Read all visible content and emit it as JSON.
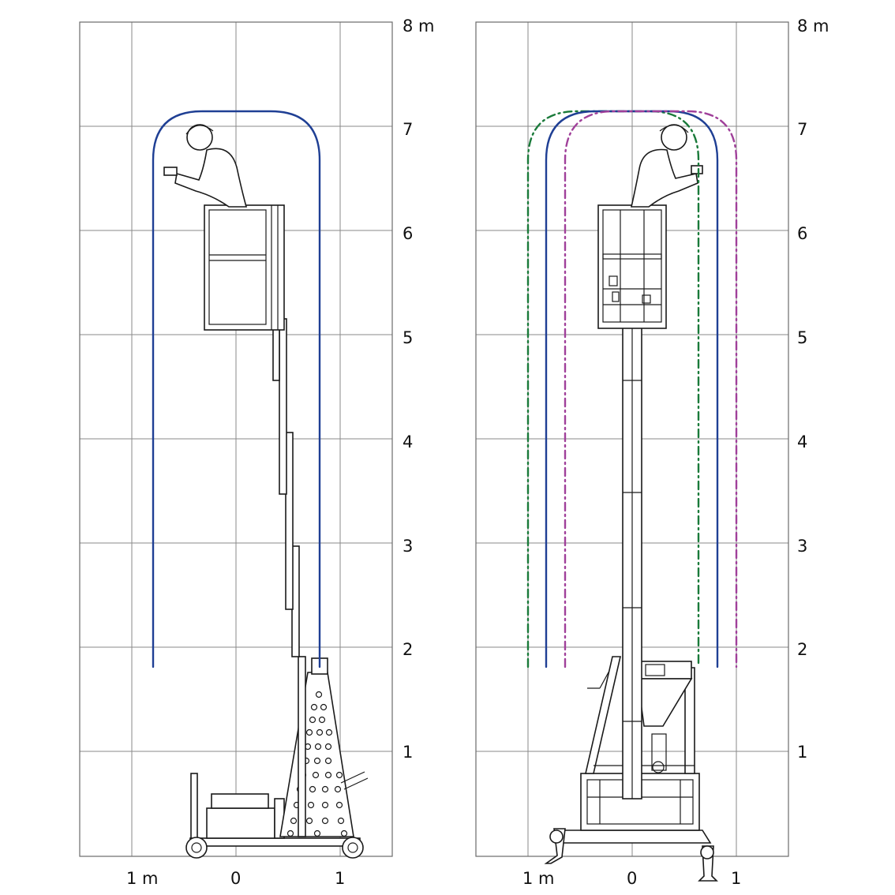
{
  "unit": "m",
  "left_panel": {
    "y_labels": [
      "1",
      "2",
      "3",
      "4",
      "5",
      "6",
      "7",
      "8 m"
    ],
    "x_labels": [
      "1 m",
      "0",
      "1"
    ],
    "envelopes": [
      {
        "id": "reach-blue",
        "color": "#1f3f94",
        "style": "solid"
      }
    ]
  },
  "right_panel": {
    "y_labels": [
      "1",
      "2",
      "3",
      "4",
      "5",
      "6",
      "7",
      "8 m"
    ],
    "x_labels": [
      "1 m",
      "0",
      "1"
    ],
    "envelopes": [
      {
        "id": "reach-green",
        "color": "#1a7a3a",
        "style": "dash-dot"
      },
      {
        "id": "reach-blue",
        "color": "#1f3f94",
        "style": "solid"
      },
      {
        "id": "reach-magenta",
        "color": "#a0409a",
        "style": "dash-dot"
      }
    ]
  }
}
